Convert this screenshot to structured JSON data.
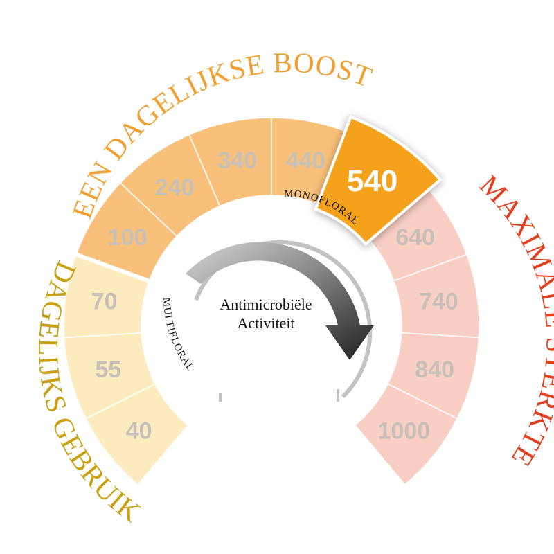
{
  "titles": {
    "top": "EEN DAGELIJKSE BOOST",
    "left": "DAGELIJKS GEBRUIK",
    "right": "MAXIMALE STERKTE"
  },
  "inner_labels": {
    "monofloral": "MONOFLORAL",
    "multifloral": "MULTIFLORAL"
  },
  "center": {
    "line1": "Antimicrobiële",
    "line2": "Activiteit"
  },
  "segments": [
    {
      "value": "40",
      "group": "daily"
    },
    {
      "value": "55",
      "group": "daily"
    },
    {
      "value": "70",
      "group": "daily"
    },
    {
      "value": "100",
      "group": "boost"
    },
    {
      "value": "240",
      "group": "boost"
    },
    {
      "value": "340",
      "group": "boost"
    },
    {
      "value": "440",
      "group": "boost"
    },
    {
      "value": "540",
      "group": "active"
    },
    {
      "value": "640",
      "group": "max"
    },
    {
      "value": "740",
      "group": "max"
    },
    {
      "value": "840",
      "group": "max"
    },
    {
      "value": "1000",
      "group": "max"
    }
  ],
  "colors": {
    "daily": "#fdebc0",
    "boost": "#f8c07a",
    "active": "#f4a11f",
    "max": "#f8cfc2",
    "title_top": "#f0a030",
    "title_left": "#c9a010",
    "title_right": "#e0401e",
    "arrow_dark": "#2a2a2a",
    "ring_grey": "#b8b8b8"
  }
}
